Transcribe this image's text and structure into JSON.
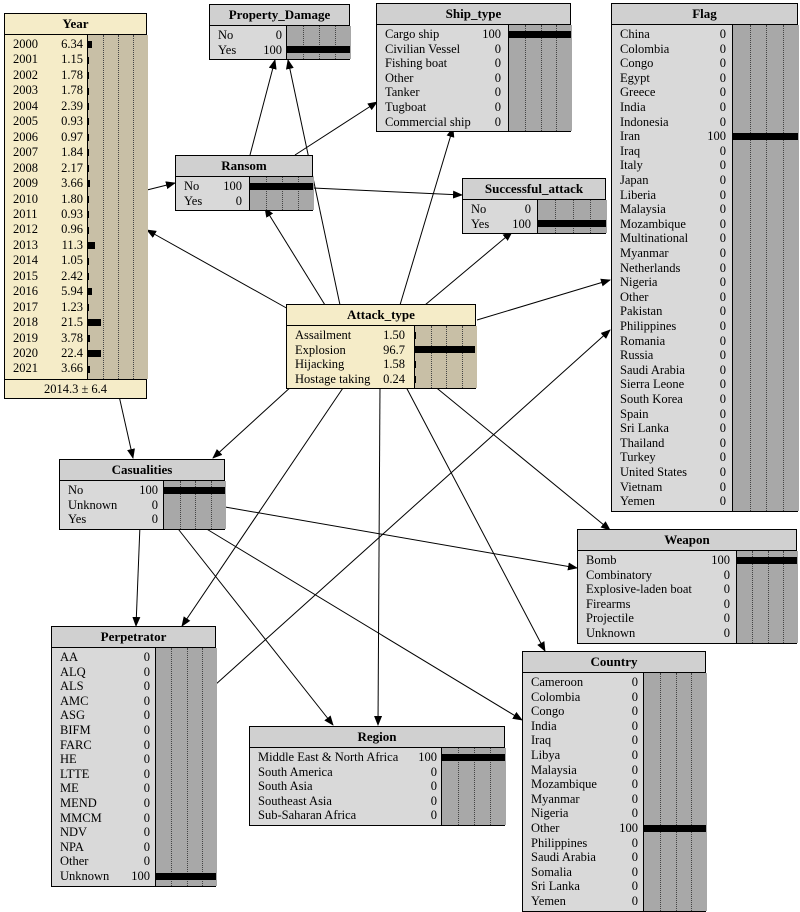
{
  "nodes": {
    "year": {
      "title": "Year",
      "states": [
        {
          "label": "2000",
          "value": "6.34",
          "p": 6.34
        },
        {
          "label": "2001",
          "value": "1.15",
          "p": 1.15
        },
        {
          "label": "2002",
          "value": "1.78",
          "p": 1.78
        },
        {
          "label": "2003",
          "value": "1.78",
          "p": 1.78
        },
        {
          "label": "2004",
          "value": "2.39",
          "p": 2.39
        },
        {
          "label": "2005",
          "value": "0.93",
          "p": 0.93
        },
        {
          "label": "2006",
          "value": "0.97",
          "p": 0.97
        },
        {
          "label": "2007",
          "value": "1.84",
          "p": 1.84
        },
        {
          "label": "2008",
          "value": "2.17",
          "p": 2.17
        },
        {
          "label": "2009",
          "value": "3.66",
          "p": 3.66
        },
        {
          "label": "2010",
          "value": "1.80",
          "p": 1.8
        },
        {
          "label": "2011",
          "value": "0.93",
          "p": 0.93
        },
        {
          "label": "2012",
          "value": "0.96",
          "p": 0.96
        },
        {
          "label": "2013",
          "value": "11.3",
          "p": 11.3
        },
        {
          "label": "2014",
          "value": "1.05",
          "p": 1.05
        },
        {
          "label": "2015",
          "value": "2.42",
          "p": 2.42
        },
        {
          "label": "2016",
          "value": "5.94",
          "p": 5.94
        },
        {
          "label": "2017",
          "value": "1.23",
          "p": 1.23
        },
        {
          "label": "2018",
          "value": "21.5",
          "p": 21.5
        },
        {
          "label": "2019",
          "value": "3.78",
          "p": 3.78
        },
        {
          "label": "2020",
          "value": "22.4",
          "p": 22.4
        },
        {
          "label": "2021",
          "value": "3.66",
          "p": 3.66
        }
      ],
      "footer": "2014.3 ± 6.4"
    },
    "property_damage": {
      "title": "Property_Damage",
      "states": [
        {
          "label": "No",
          "value": "0",
          "p": 0
        },
        {
          "label": "Yes",
          "value": "100",
          "p": 100
        }
      ]
    },
    "ship_type": {
      "title": "Ship_type",
      "states": [
        {
          "label": "Cargo ship",
          "value": "100",
          "p": 100
        },
        {
          "label": "Civilian Vessel",
          "value": "0",
          "p": 0
        },
        {
          "label": "Fishing boat",
          "value": "0",
          "p": 0
        },
        {
          "label": "Other",
          "value": "0",
          "p": 0
        },
        {
          "label": "Tanker",
          "value": "0",
          "p": 0
        },
        {
          "label": "Tugboat",
          "value": "0",
          "p": 0
        },
        {
          "label": "Commercial ship",
          "value": "0",
          "p": 0
        }
      ]
    },
    "flag": {
      "title": "Flag",
      "states": [
        {
          "label": "China",
          "value": "0",
          "p": 0
        },
        {
          "label": "Colombia",
          "value": "0",
          "p": 0
        },
        {
          "label": "Congo",
          "value": "0",
          "p": 0
        },
        {
          "label": "Egypt",
          "value": "0",
          "p": 0
        },
        {
          "label": "Greece",
          "value": "0",
          "p": 0
        },
        {
          "label": "India",
          "value": "0",
          "p": 0
        },
        {
          "label": "Indonesia",
          "value": "0",
          "p": 0
        },
        {
          "label": "Iran",
          "value": "100",
          "p": 100
        },
        {
          "label": "Iraq",
          "value": "0",
          "p": 0
        },
        {
          "label": "Italy",
          "value": "0",
          "p": 0
        },
        {
          "label": "Japan",
          "value": "0",
          "p": 0
        },
        {
          "label": "Liberia",
          "value": "0",
          "p": 0
        },
        {
          "label": "Malaysia",
          "value": "0",
          "p": 0
        },
        {
          "label": "Mozambique",
          "value": "0",
          "p": 0
        },
        {
          "label": "Multinational",
          "value": "0",
          "p": 0
        },
        {
          "label": "Myanmar",
          "value": "0",
          "p": 0
        },
        {
          "label": "Netherlands",
          "value": "0",
          "p": 0
        },
        {
          "label": "Nigeria",
          "value": "0",
          "p": 0
        },
        {
          "label": "Other",
          "value": "0",
          "p": 0
        },
        {
          "label": "Pakistan",
          "value": "0",
          "p": 0
        },
        {
          "label": "Philippines",
          "value": "0",
          "p": 0
        },
        {
          "label": "Romania",
          "value": "0",
          "p": 0
        },
        {
          "label": "Russia",
          "value": "0",
          "p": 0
        },
        {
          "label": "Saudi Arabia",
          "value": "0",
          "p": 0
        },
        {
          "label": "Sierra Leone",
          "value": "0",
          "p": 0
        },
        {
          "label": "South Korea",
          "value": "0",
          "p": 0
        },
        {
          "label": "Spain",
          "value": "0",
          "p": 0
        },
        {
          "label": "Sri Lanka",
          "value": "0",
          "p": 0
        },
        {
          "label": "Thailand",
          "value": "0",
          "p": 0
        },
        {
          "label": "Turkey",
          "value": "0",
          "p": 0
        },
        {
          "label": "United States",
          "value": "0",
          "p": 0
        },
        {
          "label": "Vietnam",
          "value": "0",
          "p": 0
        },
        {
          "label": "Yemen",
          "value": "0",
          "p": 0
        }
      ]
    },
    "ransom": {
      "title": "Ransom",
      "states": [
        {
          "label": "No",
          "value": "100",
          "p": 100
        },
        {
          "label": "Yes",
          "value": "0",
          "p": 0
        }
      ]
    },
    "successful_attack": {
      "title": "Successful_attack",
      "states": [
        {
          "label": "No",
          "value": "0",
          "p": 0
        },
        {
          "label": "Yes",
          "value": "100",
          "p": 100
        }
      ]
    },
    "attack_type": {
      "title": "Attack_type",
      "states": [
        {
          "label": "Assailment",
          "value": "1.50",
          "p": 1.5
        },
        {
          "label": "Explosion",
          "value": "96.7",
          "p": 96.7
        },
        {
          "label": "Hijacking",
          "value": "1.58",
          "p": 1.58
        },
        {
          "label": "Hostage taking",
          "value": "0.24",
          "p": 0.24
        }
      ]
    },
    "casualities": {
      "title": "Casualities",
      "states": [
        {
          "label": "No",
          "value": "100",
          "p": 100
        },
        {
          "label": "Unknown",
          "value": "0",
          "p": 0
        },
        {
          "label": "Yes",
          "value": "0",
          "p": 0
        }
      ]
    },
    "weapon": {
      "title": "Weapon",
      "states": [
        {
          "label": "Bomb",
          "value": "100",
          "p": 100
        },
        {
          "label": "Combinatory",
          "value": "0",
          "p": 0
        },
        {
          "label": "Explosive-laden boat",
          "value": "0",
          "p": 0
        },
        {
          "label": "Firearms",
          "value": "0",
          "p": 0
        },
        {
          "label": "Projectile",
          "value": "0",
          "p": 0
        },
        {
          "label": "Unknown",
          "value": "0",
          "p": 0
        }
      ]
    },
    "perpetrator": {
      "title": "Perpetrator",
      "states": [
        {
          "label": "AA",
          "value": "0",
          "p": 0
        },
        {
          "label": "ALQ",
          "value": "0",
          "p": 0
        },
        {
          "label": "ALS",
          "value": "0",
          "p": 0
        },
        {
          "label": "AMC",
          "value": "0",
          "p": 0
        },
        {
          "label": "ASG",
          "value": "0",
          "p": 0
        },
        {
          "label": "BIFM",
          "value": "0",
          "p": 0
        },
        {
          "label": "FARC",
          "value": "0",
          "p": 0
        },
        {
          "label": "HE",
          "value": "0",
          "p": 0
        },
        {
          "label": "LTTE",
          "value": "0",
          "p": 0
        },
        {
          "label": "ME",
          "value": "0",
          "p": 0
        },
        {
          "label": "MEND",
          "value": "0",
          "p": 0
        },
        {
          "label": "MMCM",
          "value": "0",
          "p": 0
        },
        {
          "label": "NDV",
          "value": "0",
          "p": 0
        },
        {
          "label": "NPA",
          "value": "0",
          "p": 0
        },
        {
          "label": "Other",
          "value": "0",
          "p": 0
        },
        {
          "label": "Unknown",
          "value": "100",
          "p": 100
        }
      ]
    },
    "region": {
      "title": "Region",
      "states": [
        {
          "label": "Middle East & North Africa",
          "value": "100",
          "p": 100
        },
        {
          "label": "South America",
          "value": "0",
          "p": 0
        },
        {
          "label": "South Asia",
          "value": "0",
          "p": 0
        },
        {
          "label": "Southeast Asia",
          "value": "0",
          "p": 0
        },
        {
          "label": "Sub-Saharan Africa",
          "value": "0",
          "p": 0
        }
      ]
    },
    "country": {
      "title": "Country",
      "states": [
        {
          "label": "Cameroon",
          "value": "0",
          "p": 0
        },
        {
          "label": "Colombia",
          "value": "0",
          "p": 0
        },
        {
          "label": "Congo",
          "value": "0",
          "p": 0
        },
        {
          "label": "India",
          "value": "0",
          "p": 0
        },
        {
          "label": "Iraq",
          "value": "0",
          "p": 0
        },
        {
          "label": "Libya",
          "value": "0",
          "p": 0
        },
        {
          "label": "Malaysia",
          "value": "0",
          "p": 0
        },
        {
          "label": "Mozambique",
          "value": "0",
          "p": 0
        },
        {
          "label": "Myanmar",
          "value": "0",
          "p": 0
        },
        {
          "label": "Nigeria",
          "value": "0",
          "p": 0
        },
        {
          "label": "Other",
          "value": "100",
          "p": 100
        },
        {
          "label": "Philippines",
          "value": "0",
          "p": 0
        },
        {
          "label": "Saudi Arabia",
          "value": "0",
          "p": 0
        },
        {
          "label": "Somalia",
          "value": "0",
          "p": 0
        },
        {
          "label": "Sri Lanka",
          "value": "0",
          "p": 0
        },
        {
          "label": "Yemen",
          "value": "0",
          "p": 0
        }
      ]
    }
  },
  "colors": {
    "node_bg": "#d9d9d9",
    "highlight_bg": "#f5ecc8",
    "bar_col": "#a8a8a8",
    "bar": "#000000"
  }
}
